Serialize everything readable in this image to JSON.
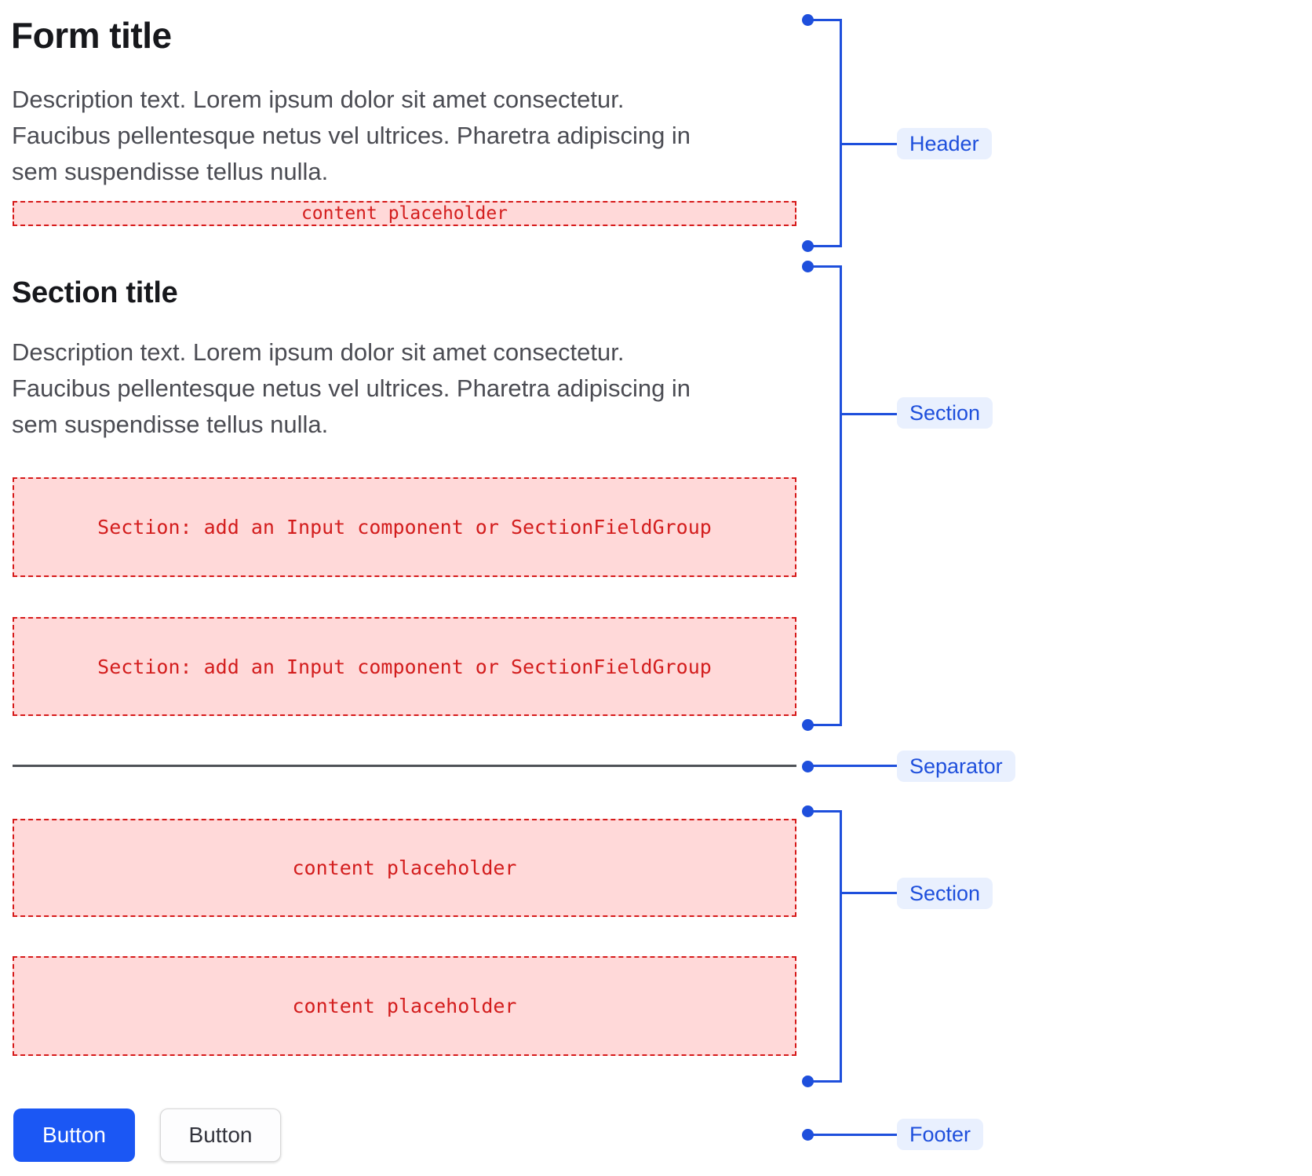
{
  "form": {
    "title": "Form title",
    "description": "Description text. Lorem ipsum dolor sit amet consectetur.\nFaucibus pellentesque netus vel ultrices. Pharetra adipiscing in\nsem suspendisse tellus nulla.",
    "header_placeholder": "content placeholder"
  },
  "section": {
    "title": "Section title",
    "description": "Description text. Lorem ipsum dolor sit amet consectetur.\nFaucibus pellentesque netus vel ultrices. Pharetra adipiscing in\nsem suspendisse tellus nulla.",
    "slots": [
      "Section: add an Input component or SectionFieldGroup",
      "Section: add an Input component or SectionFieldGroup"
    ]
  },
  "content": {
    "placeholders": [
      "content placeholder",
      "content placeholder"
    ]
  },
  "footer": {
    "primary_button": "Button",
    "secondary_button": "Button"
  },
  "annotations": {
    "header": "Header",
    "section1": "Section",
    "separator": "Separator",
    "section2": "Section",
    "footer": "Footer"
  },
  "colors": {
    "annotation_blue": "#1e4fdc",
    "annotation_pill_bg": "#e9f0fe",
    "placeholder_bg": "#ffd9d9",
    "placeholder_border": "#d61a1a",
    "placeholder_text": "#d31d1d",
    "separator_line": "#4e5257",
    "primary_button_bg": "#1b57f4",
    "title_text": "#17181c",
    "description_text": "#4b4c53"
  }
}
